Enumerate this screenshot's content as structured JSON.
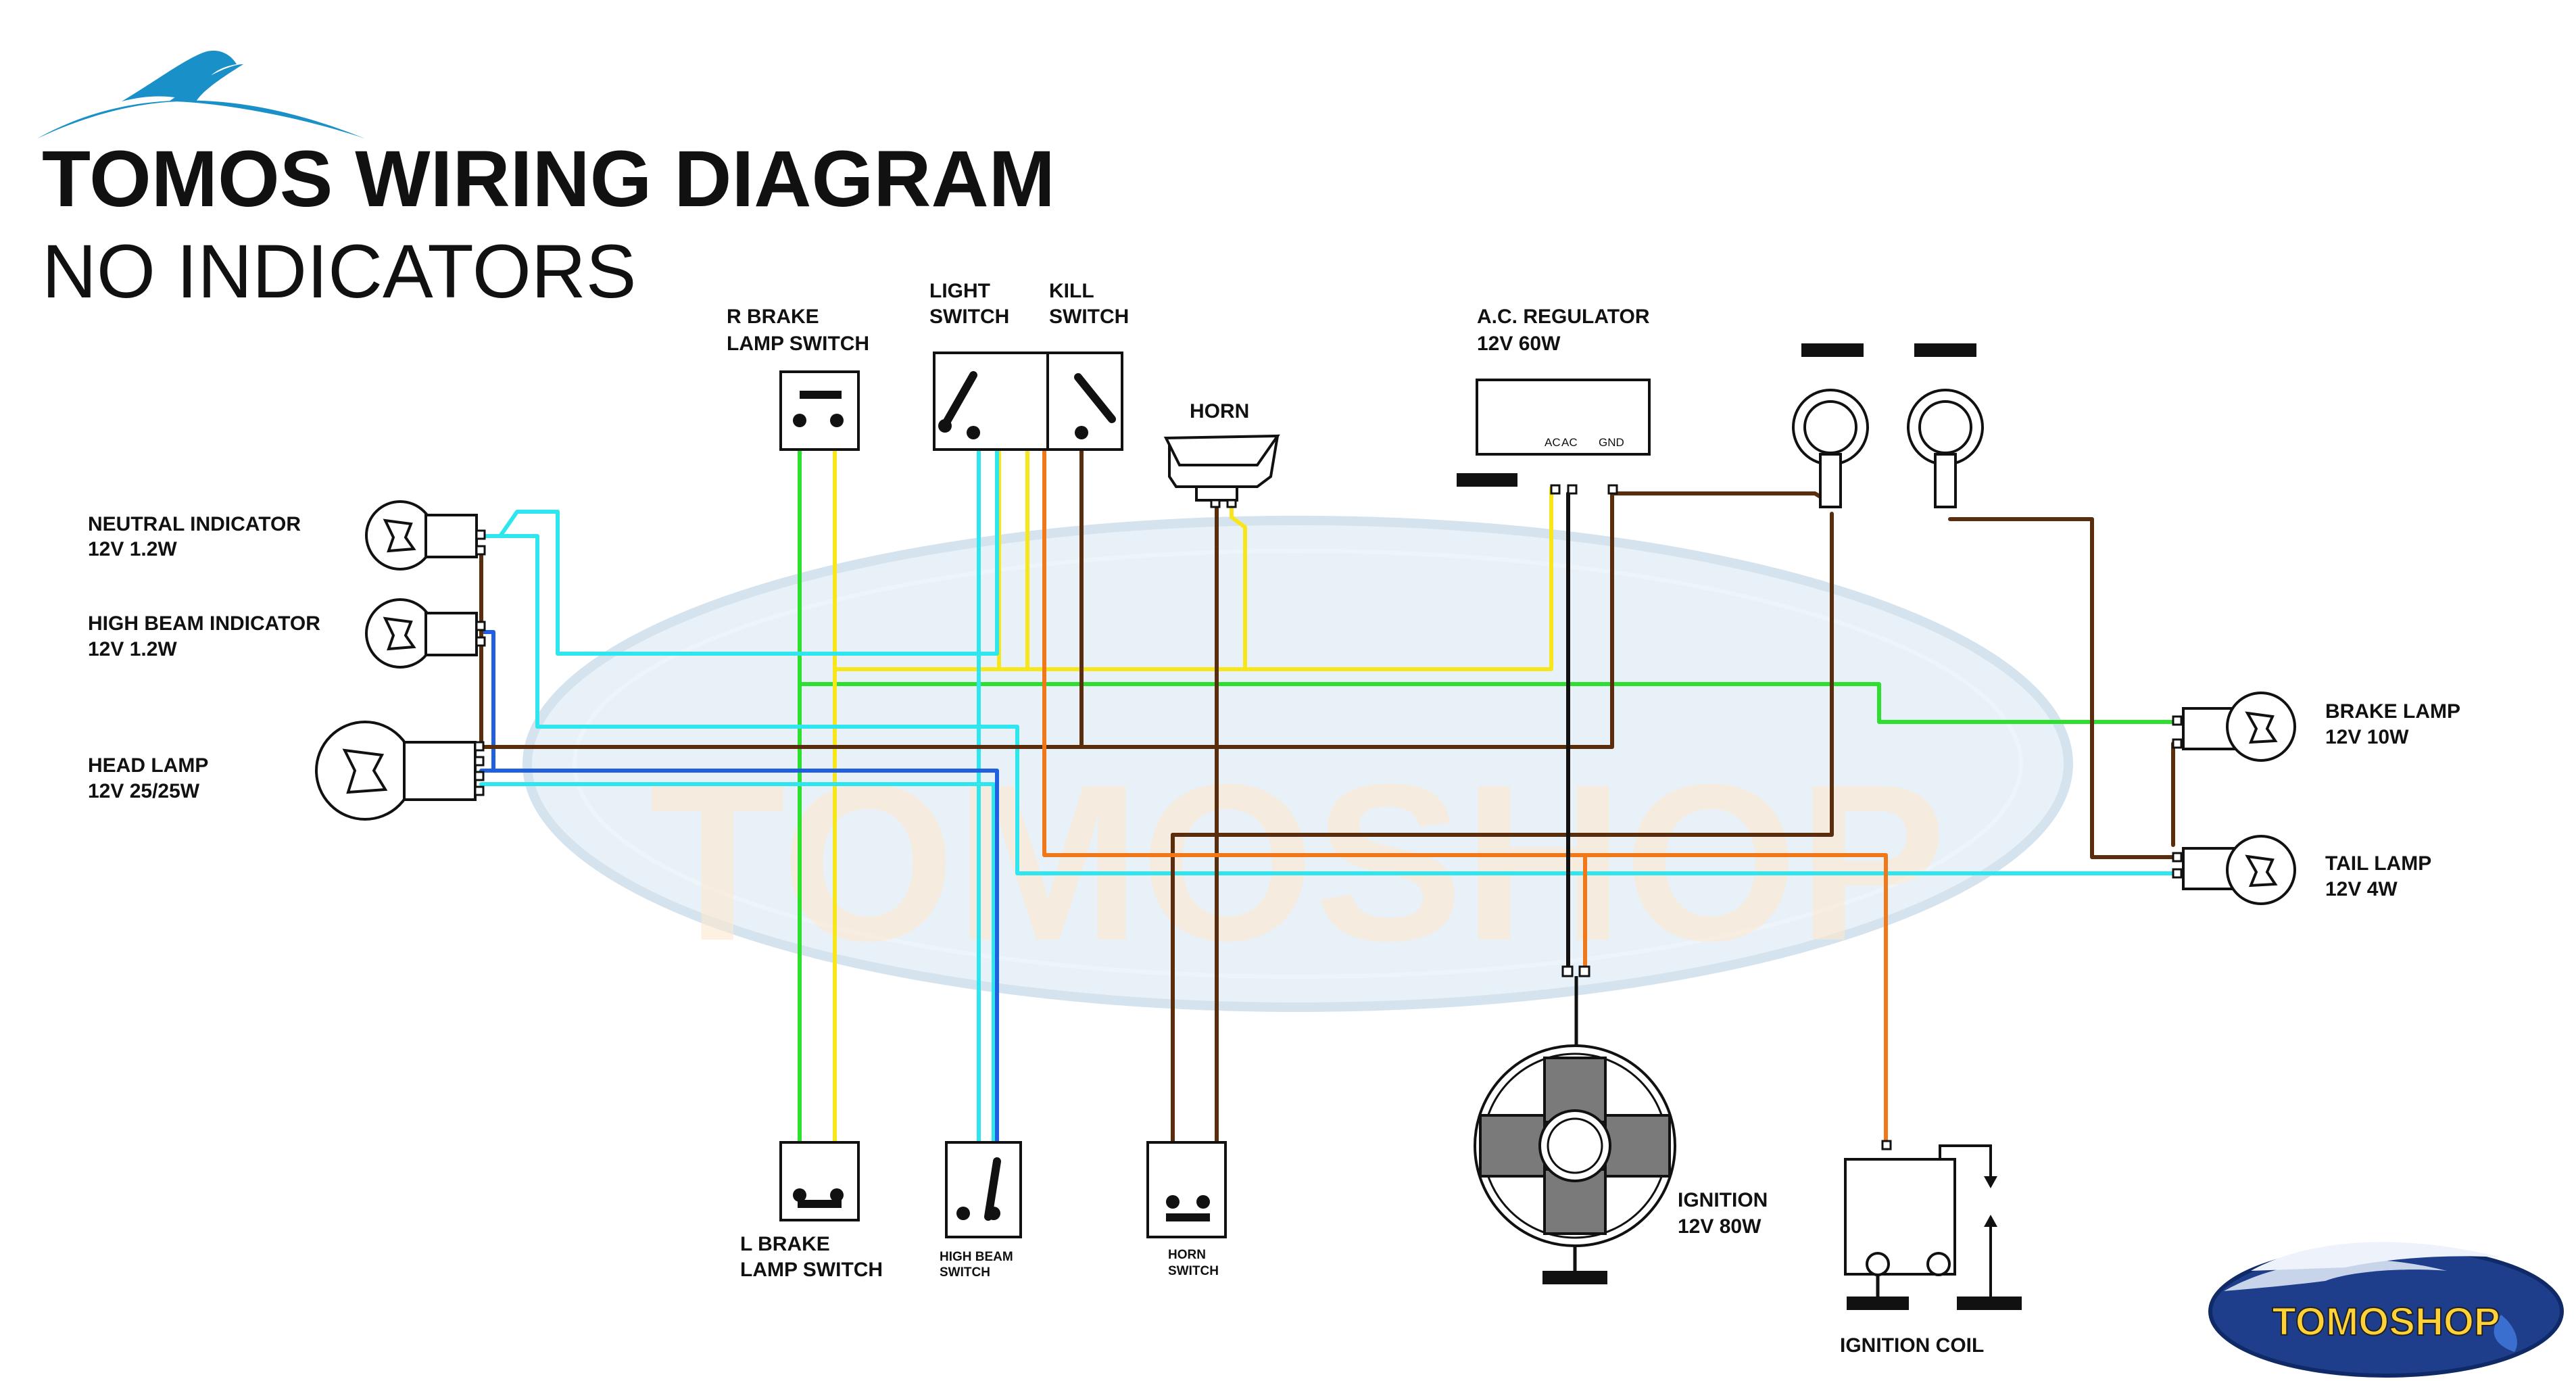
{
  "header": {
    "title": "TOMOS WIRING DIAGRAM",
    "subtitle": "NO INDICATORS"
  },
  "watermark": {
    "text": "TOMOSHOP"
  },
  "badge": {
    "text": "TOMOSHOP"
  },
  "components": {
    "r_brake_switch": {
      "line1": "R BRAKE",
      "line2": "LAMP SWITCH"
    },
    "light_switch": {
      "line1": "LIGHT",
      "line2": "SWITCH"
    },
    "kill_switch": {
      "line1": "KILL",
      "line2": "SWITCH"
    },
    "horn": {
      "label": "HORN"
    },
    "regulator": {
      "line1": "A.C. REGULATOR",
      "line2": "12V 60W",
      "term1": "AC",
      "term2": "AC",
      "term3": "GND"
    },
    "neutral_indicator": {
      "line1": "NEUTRAL INDICATOR",
      "line2": "12V 1.2W"
    },
    "high_beam_indicator": {
      "line1": "HIGH BEAM INDICATOR",
      "line2": "12V 1.2W"
    },
    "head_lamp": {
      "line1": "HEAD LAMP",
      "line2": "12V 25/25W"
    },
    "brake_lamp": {
      "line1": "BRAKE LAMP",
      "line2": "12V 10W"
    },
    "tail_lamp": {
      "line1": "TAIL LAMP",
      "line2": "12V 4W"
    },
    "l_brake_switch": {
      "line1": "L BRAKE",
      "line2": "LAMP SWITCH"
    },
    "high_beam_switch": {
      "line1": "HIGH BEAM",
      "line2": "SWITCH"
    },
    "horn_switch": {
      "line1": "HORN",
      "line2": "SWITCH"
    },
    "ignition": {
      "line1": "IGNITION",
      "line2": "12V 80W"
    },
    "ignition_coil": {
      "label": "IGNITION COIL"
    }
  },
  "colors": {
    "green": "#2ee02e",
    "yellow": "#f7e61a",
    "cyan": "#2fe6ee",
    "brown": "#5a2d0c",
    "blue": "#1f5fe0",
    "orange": "#f07818",
    "black": "#111111",
    "logo_blue": "#1a90c8"
  }
}
